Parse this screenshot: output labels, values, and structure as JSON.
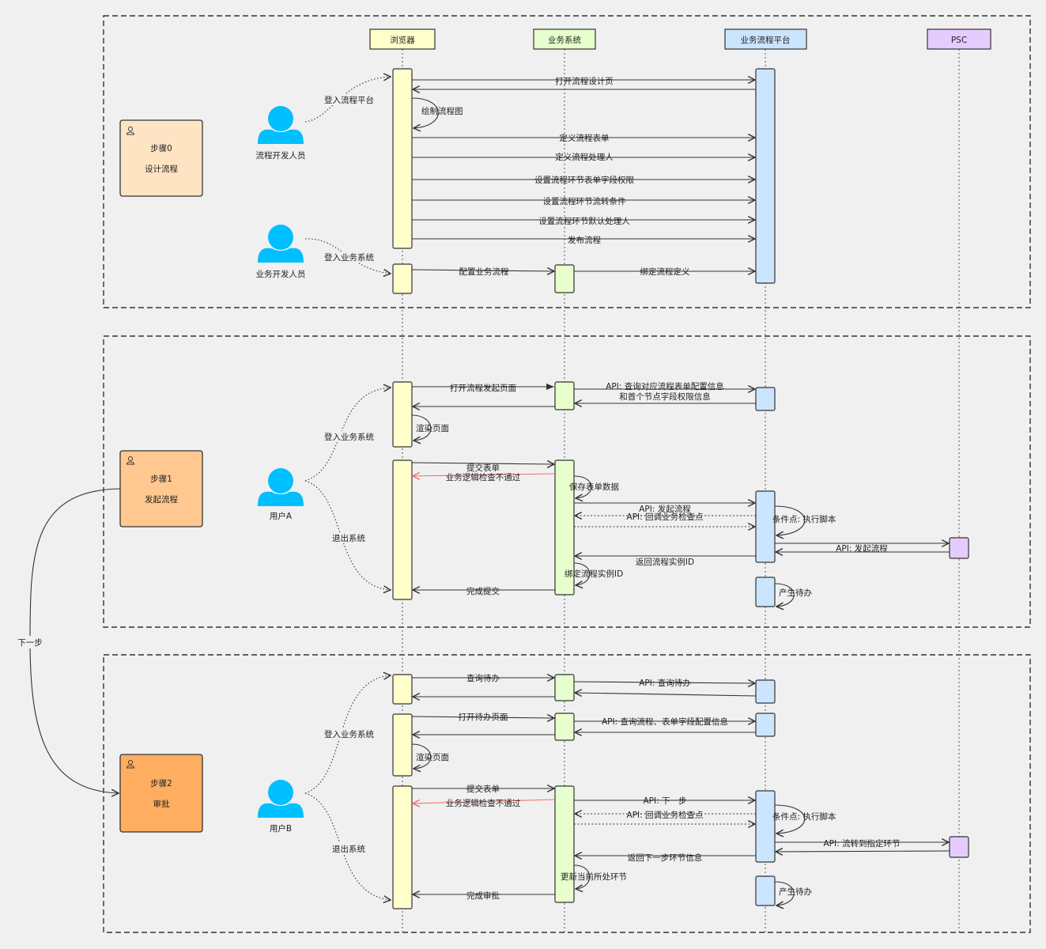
{
  "participants": {
    "browser": "浏览器",
    "biz_system": "业务系统",
    "flow_platform": "业务流程平台",
    "psc": "PSC"
  },
  "colors": {
    "browser": "#ffffcc",
    "biz_system": "#e6ffcc",
    "flow_platform": "#cce5ff",
    "psc": "#e5ccff",
    "actor": "#00bfff",
    "step0": "#ffe4c4",
    "step1": "#ffc890",
    "step2": "#ffad60",
    "error": "#f26d6d"
  },
  "steps": {
    "s0": {
      "title": "步骤0",
      "sub": "设计流程"
    },
    "s1": {
      "title": "步骤1",
      "sub": "发起流程"
    },
    "s2": {
      "title": "步骤2",
      "sub": "审批"
    },
    "next": "下一步"
  },
  "actors": {
    "flow_dev": "流程开发人员",
    "biz_dev": "业务开发人员",
    "user_a": "用户A",
    "user_b": "用户B"
  },
  "frame0": {
    "login_flow": "登入流程平台",
    "login_biz": "登入业务系统",
    "open_design": "打开流程设计页",
    "draw_flow": "绘制流程图",
    "define_form": "定义流程表单",
    "define_handler": "定义流程处理人",
    "set_field_perm": "设置流程环节表单字段权限",
    "set_transition": "设置流程环节流转条件",
    "set_default_handler": "设置流程环节默认处理人",
    "publish": "发布流程",
    "config_biz_flow": "配置业务流程",
    "bind_definition": "绑定流程定义"
  },
  "frame1": {
    "login": "登入业务系统",
    "logout": "退出系统",
    "open_start_page": "打开流程发起页面",
    "api_query_config_1": "API: 查询对应流程表单配置信息",
    "api_query_config_2": "和首个节点字段权限信息",
    "render": "渲染页面",
    "submit_form": "提交表单",
    "biz_check_fail": "业务逻辑检查不通过",
    "save_form": "保存表单数据",
    "api_start": "API: 发起流程",
    "api_callback": "API:  回调业务检查点",
    "condition": "条件点:  执行脚本",
    "api_start_psc": "API: 发起流程",
    "return_instance": "返回流程实例ID",
    "bind_instance": "绑定流程实例ID",
    "todo": "产生待办",
    "done_submit": "完成提交"
  },
  "frame2": {
    "login": "登入业务系统",
    "logout": "退出系统",
    "query_todo": "查询待办",
    "api_query_todo": "API: 查询待办",
    "open_todo_page": "打开待办页面",
    "api_query_flow": "API: 查询流程、表单字段配置信息",
    "render": "渲染页面",
    "submit_form": "提交表单",
    "biz_check_fail": "业务逻辑检查不通过",
    "api_next": "API: 下一步",
    "api_callback": "API:  回调业务检查点",
    "condition": "条件点:  执行脚本",
    "api_transfer": "API: 流转到指定环节",
    "return_next": "返回下一步环节信息",
    "update_node": "更新当前所处环节",
    "todo": "产生待办",
    "done_approve": "完成审批"
  }
}
